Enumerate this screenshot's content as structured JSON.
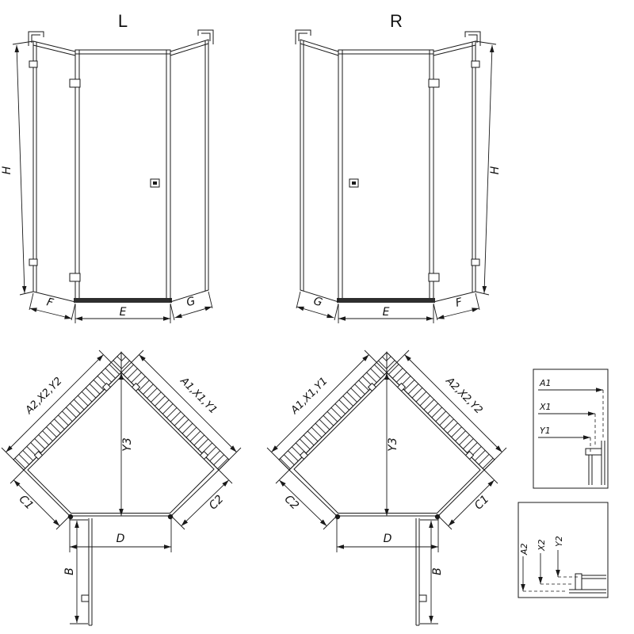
{
  "colors": {
    "line": "#1a1a1a",
    "background": "#ffffff"
  },
  "variants": {
    "left": {
      "title": "L",
      "elevation": {
        "height": "H",
        "bottom_left": "F",
        "bottom_center": "E",
        "bottom_right": "G"
      },
      "plan": {
        "wall_upper_left": "A2,X2,Y2",
        "wall_upper_right": "A1,X1,Y1",
        "depth": "Y3",
        "side_lower_left": "C1",
        "side_lower_right": "C2",
        "door_width": "D",
        "door_open_length": "B"
      }
    },
    "right": {
      "title": "R",
      "elevation": {
        "height": "H",
        "bottom_left": "G",
        "bottom_center": "E",
        "bottom_right": "F"
      },
      "plan": {
        "wall_upper_left": "A1,X1,Y1",
        "wall_upper_right": "A2,X2,Y2",
        "depth": "Y3",
        "side_lower_left": "C2",
        "side_lower_right": "C1",
        "door_width": "D",
        "door_open_length": "B"
      }
    }
  },
  "detail_top": {
    "row1": "A1",
    "row2": "X1",
    "row3": "Y1"
  },
  "detail_bottom": {
    "row1": "A2",
    "row2": "X2",
    "row3": "Y2"
  }
}
